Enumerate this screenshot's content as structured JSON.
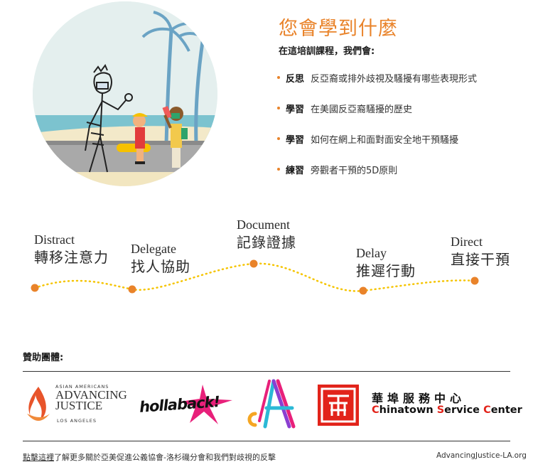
{
  "learn": {
    "title": "您會學到什麼",
    "subtitle": "在這培訓課程，我們會:",
    "items": [
      {
        "keyword": "反思",
        "text": "反亞裔或排外歧視及騷擾有哪些表現形式"
      },
      {
        "keyword": "學習",
        "text": "在美國反亞裔騷擾的歷史"
      },
      {
        "keyword": "學習",
        "text": "如何在網上和面對面安全地干預騷擾"
      },
      {
        "keyword": "練習",
        "text": "旁觀者干預的5D原則"
      }
    ]
  },
  "steps": [
    {
      "en": "Distract",
      "zh": "轉移注意力"
    },
    {
      "en": "Delegate",
      "zh": "找人協助"
    },
    {
      "en": "Document",
      "zh": "記錄證據"
    },
    {
      "en": "Delay",
      "zh": "推遲行動"
    },
    {
      "en": "Direct",
      "zh": "直接干預"
    }
  ],
  "sponsors": {
    "label": "贊助團體:",
    "aaj": {
      "small": "ASIAN AMERICANS",
      "line1": "ADVANCING",
      "line2": "JUSTICE",
      "loc": "LOS ANGELES"
    },
    "hollaback": "hollaback!",
    "csc": {
      "zh": "華埠服務中心",
      "c": "C",
      "hinatown": "hinatown ",
      "s": "S",
      "ervice": "ervice ",
      "c2": "C",
      "enter": "enter"
    }
  },
  "footer": {
    "link_text": "點擊這裡",
    "text": "了解更多關於亞美促進公義協會-洛杉磯分會和我們對歧視的反擊",
    "site": "AdvancingJustice-LA.org"
  },
  "colors": {
    "accent": "#e9832a",
    "dot": "#f5c400",
    "csc_red": "#e2231a"
  }
}
